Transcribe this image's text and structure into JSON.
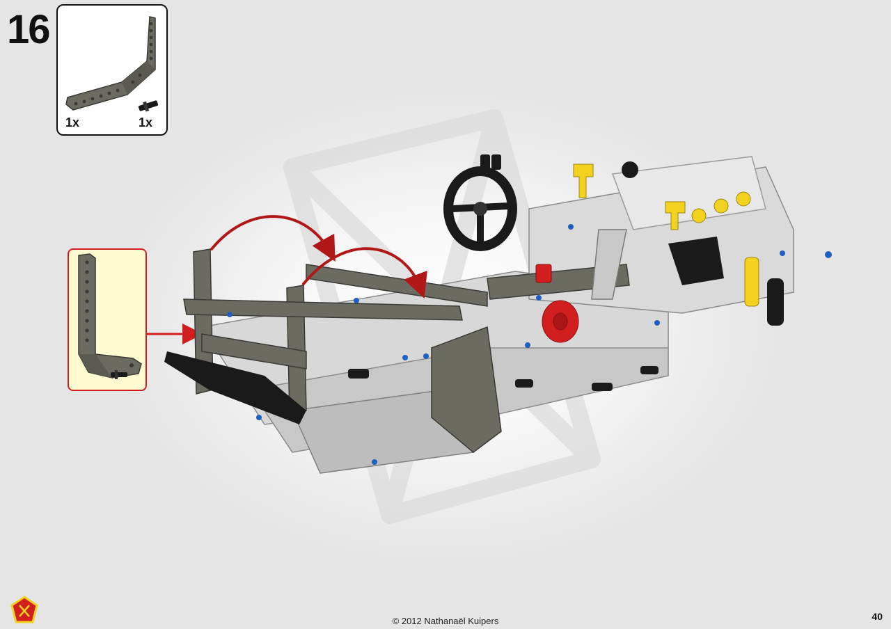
{
  "step": {
    "number": "16"
  },
  "parts": [
    {
      "quantity": "1x",
      "icon": "bent-liftarm-icon"
    },
    {
      "quantity": "1x",
      "icon": "axle-pin-icon"
    }
  ],
  "footer": {
    "copyright": "© 2012 Nathanaël Kuipers",
    "page_number": "40"
  },
  "colors": {
    "dark_bluish_gray": "#6b6b62",
    "light_gray": "#d8d8d8",
    "black": "#1a1a1a",
    "red": "#d21e1e",
    "yellow": "#f2d21e",
    "blue": "#1f5fbf",
    "callout_fill": "#fffbd0",
    "arrow_red": "#b01818"
  }
}
